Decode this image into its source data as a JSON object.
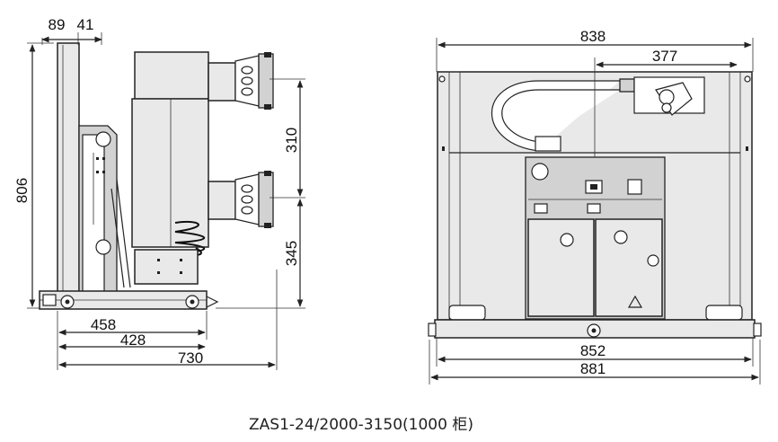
{
  "side_view": {
    "dims": {
      "top_left": "89",
      "top_right": "41",
      "height_overall": "806",
      "upper_spacing": "310",
      "lower_spacing": "345",
      "depth_a": "458",
      "depth_b": "428",
      "depth_total": "730"
    }
  },
  "front_view": {
    "dims": {
      "width_overall": "838",
      "arm_offset": "377",
      "rail_width": "852",
      "total_width": "881"
    }
  },
  "caption": "ZAS1-24/2000-3150(1000 柜)"
}
